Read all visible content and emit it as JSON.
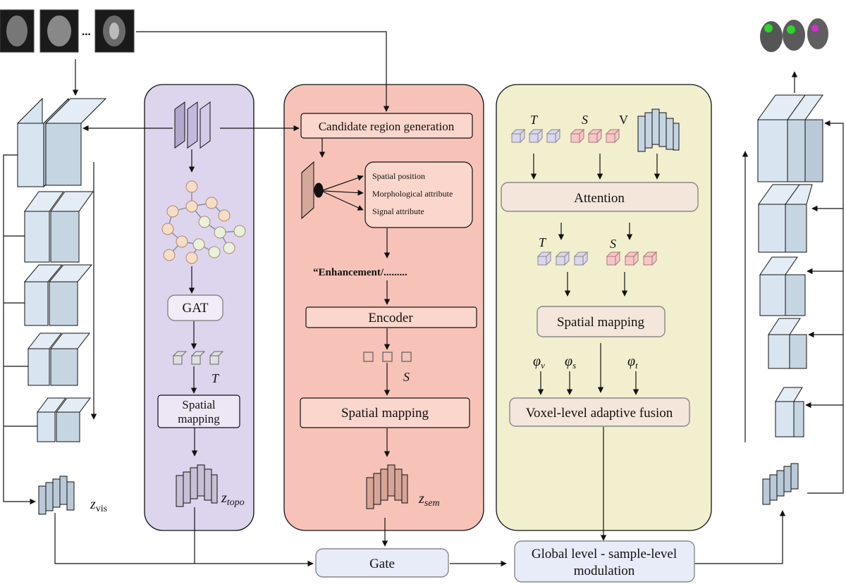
{
  "ellipsis": "...",
  "topo": {
    "gat": "GAT",
    "t": "T",
    "spatial1": "Spatial",
    "spatial2": "mapping",
    "z": "z",
    "zsub": "topo"
  },
  "sem": {
    "candidate": "Candidate region generation",
    "attrs": [
      "Spatial position",
      "Morphological attribute",
      "Signal attribute"
    ],
    "enh": "“Enhancement/.........",
    "encoder": "Encoder",
    "s": "S",
    "spatial": "Spatial mapping",
    "z": "z",
    "zsub": "sem"
  },
  "fusion": {
    "t": "T",
    "s": "S",
    "v": "V",
    "attention": "Attention",
    "spatial": "Spatial mapping",
    "phi": "φ",
    "phiv": "v",
    "phis": "s",
    "phit": "t",
    "voxel": "Voxel-level adaptive fusion"
  },
  "vis": {
    "z": "z",
    "zsub": "vis"
  },
  "gate": "Gate",
  "global1": "Global level - sample-level",
  "global2": "modulation",
  "colors": {
    "topo_panel": "#ddd5ee",
    "sem_panel": "#f7c3b8",
    "fusion_panel": "#f2efcf",
    "box_fill": "#f4e6db",
    "gate_fill": "#e8ebf8",
    "cube_purple": "#ddd6ef",
    "cube_pink": "#f6c7c7",
    "block_blue": "#d8e5f1"
  }
}
